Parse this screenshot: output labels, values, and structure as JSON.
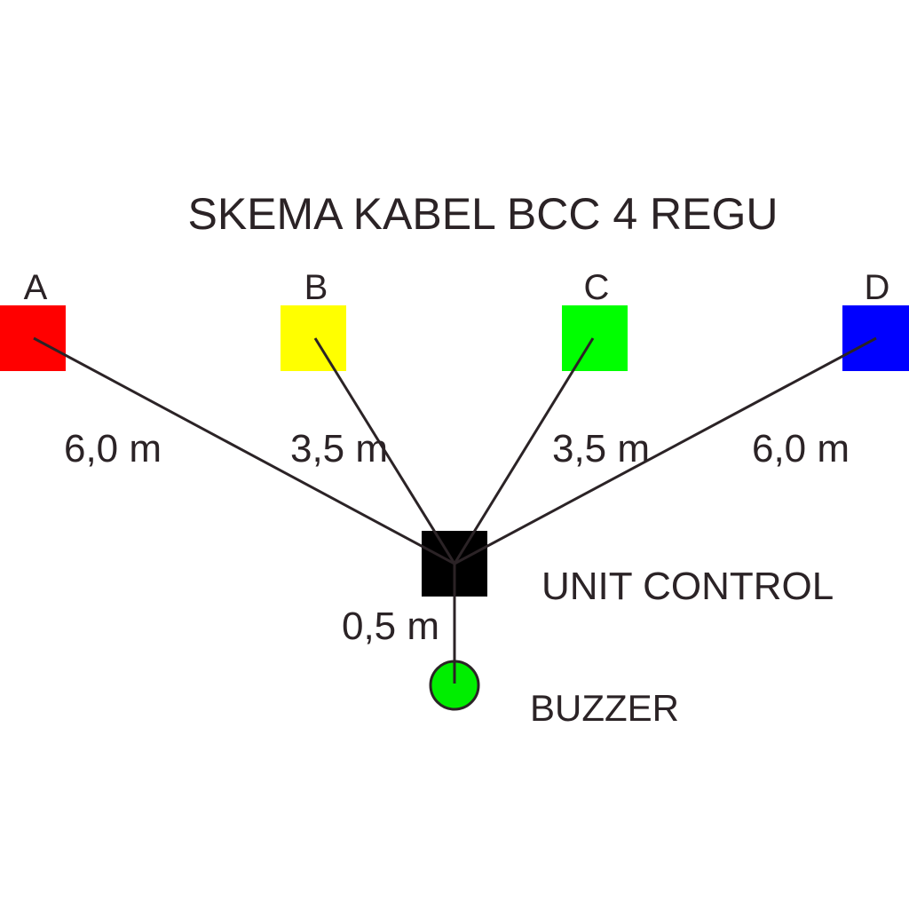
{
  "title": "SKEMA KABEL BCC 4 REGU",
  "teams": [
    {
      "label": "A",
      "color": "#ff0000",
      "cable_length": "6,0 m"
    },
    {
      "label": "B",
      "color": "#ffff00",
      "cable_length": "3,5 m"
    },
    {
      "label": "C",
      "color": "#00ff00",
      "cable_length": "3,5 m"
    },
    {
      "label": "D",
      "color": "#0000ff",
      "cable_length": "6,0 m"
    }
  ],
  "unit_control": {
    "label": "UNIT CONTROL",
    "color": "#000000"
  },
  "buzzer": {
    "label": "BUZZER",
    "color": "#00ee00",
    "cable_length": "0,5 m"
  },
  "wire_color": "#2b2326"
}
